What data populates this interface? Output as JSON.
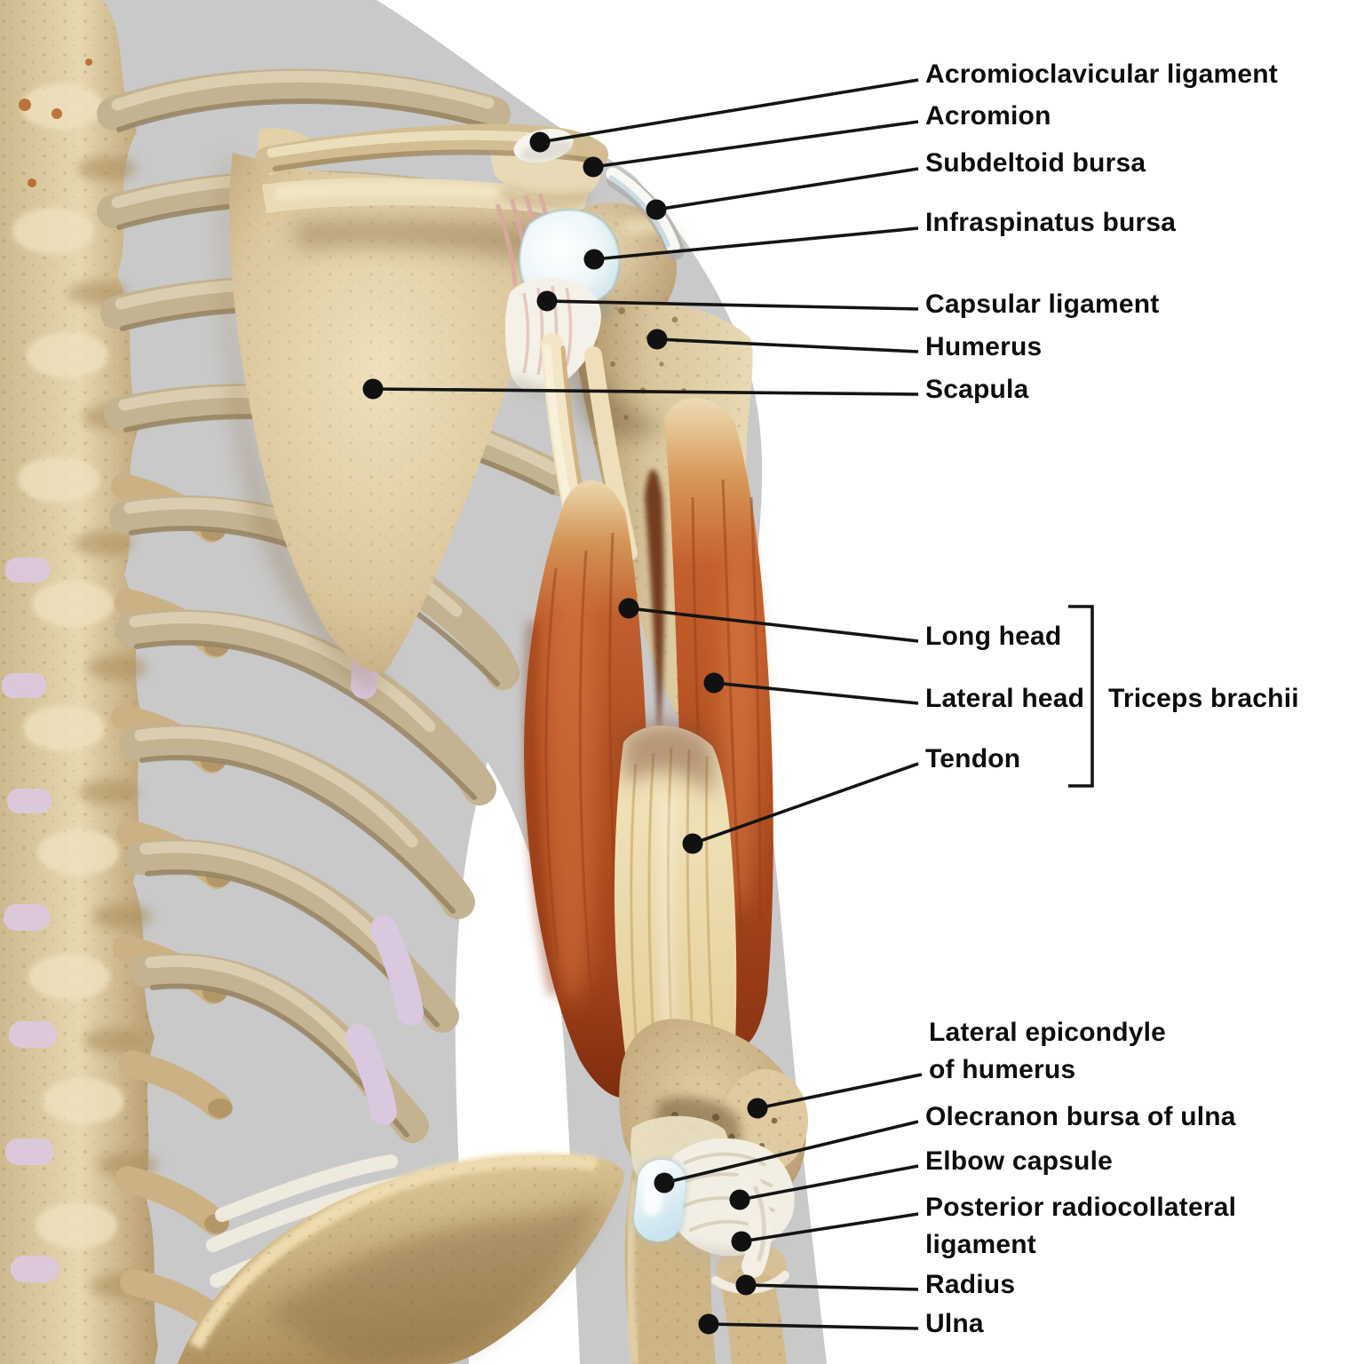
{
  "figure": {
    "type": "anatomical-diagram",
    "subject": "Triceps brachii muscle and posterior shoulder/elbow anatomy, posterior view"
  },
  "colors": {
    "background": "#ffffff",
    "body_silhouette": "#c9c9c9",
    "label_text": "#0d0d0d",
    "leader_line": "#141414",
    "bone": "#d9c69c",
    "rib": "#c4b391",
    "muscle_red": "#b04c1e",
    "tendon_cream": "#ecd9ad",
    "bursa_blue": "#cde6ee",
    "ligament_white": "#f2eee4",
    "cartilage_lavender": "#d9c8de"
  },
  "annotations": {
    "shoulder": {
      "acromioclavicular_ligament": "Acromioclavicular ligament",
      "acromion": "Acromion",
      "subdeltoid_bursa": "Subdeltoid bursa",
      "infraspinatus_bursa": "Infraspinatus bursa",
      "capsular_ligament": "Capsular ligament",
      "humerus": "Humerus",
      "scapula": "Scapula"
    },
    "triceps": {
      "long_head": "Long head",
      "lateral_head": "Lateral head",
      "tendon": "Tendon",
      "group": "Triceps brachii"
    },
    "elbow": {
      "lateral_epicondyle_line1": "Lateral epicondyle",
      "lateral_epicondyle_line2": "of humerus",
      "olecranon_bursa": "Olecranon bursa of ulna",
      "elbow_capsule": "Elbow capsule",
      "posterior_radiocollateral_line1": "Posterior radiocollateral",
      "posterior_radiocollateral_line2": "ligament",
      "radius": "Radius",
      "ulna": "Ulna"
    }
  }
}
